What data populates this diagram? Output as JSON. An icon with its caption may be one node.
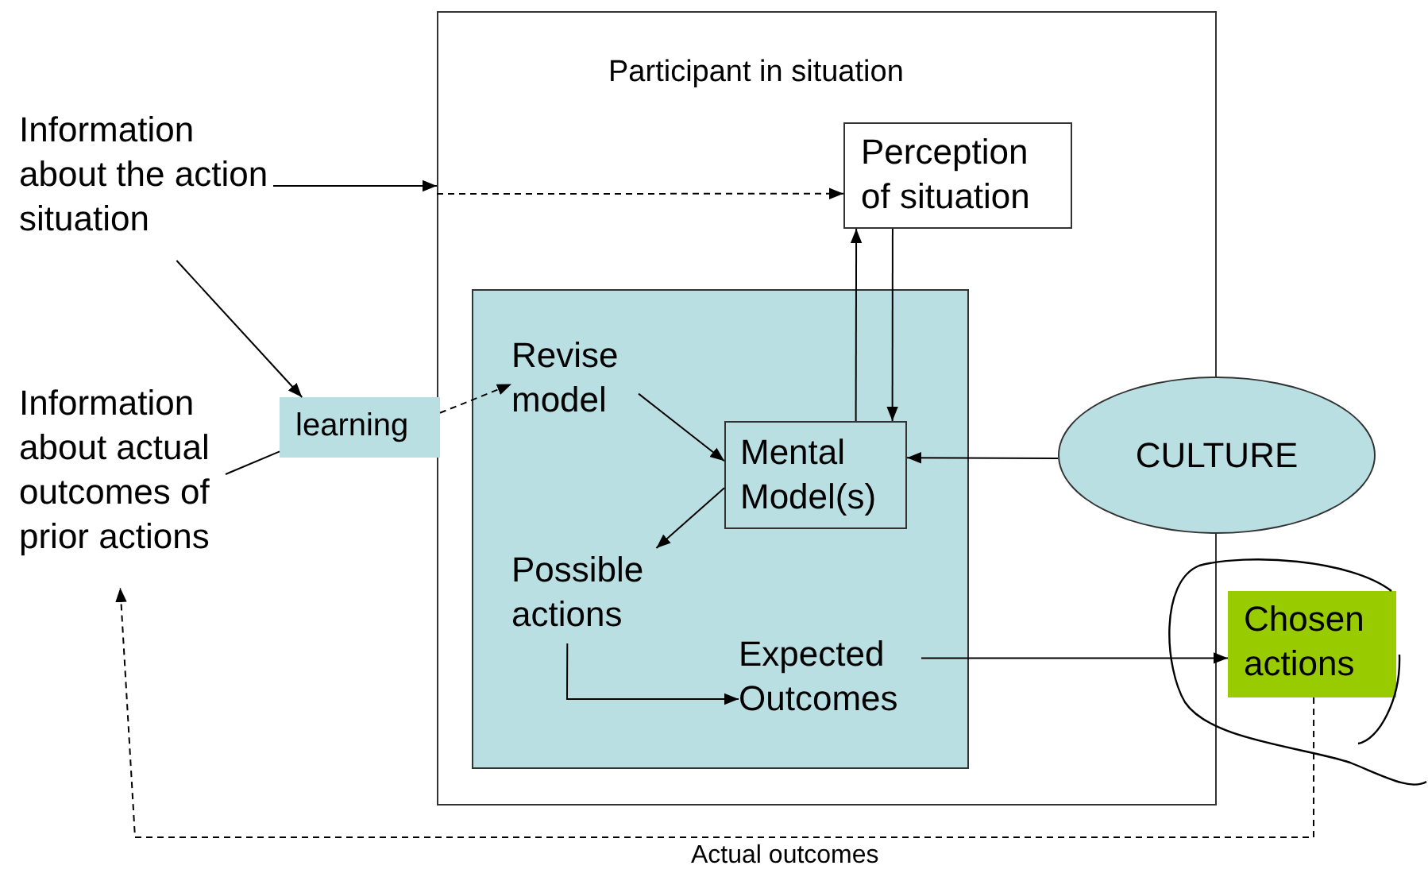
{
  "diagram": {
    "nodes": [
      {
        "text": [
          "Participant in situation"
        ]
      },
      {
        "text": [
          "Information about the action situation"
        ]
      },
      {
        "text": [
          "Information about actual outcomes of prior actions"
        ]
      },
      {
        "text": [
          "learning"
        ]
      },
      {
        "text": [
          "Perception of situation"
        ],
        "in": 0
      },
      {
        "text": [],
        "shape": "box",
        "in": 0
      },
      {
        "text": [
          "Revise model"
        ],
        "in": 5
      },
      {
        "text": [
          "Mental Model(s)"
        ],
        "in": 5
      },
      {
        "text": [
          "Possible actions"
        ],
        "in": 5
      },
      {
        "text": [
          "Expected Outcomes"
        ],
        "in": 5
      },
      {
        "text": [
          "CULTURE"
        ]
      },
      {
        "text": [
          "Chosen actions"
        ]
      }
    ],
    "edges": [
      {
        "from": 1,
        "to": 0,
        "arrow": "to"
      },
      {
        "from": 0,
        "to": 4,
        "arrow": "to",
        "style": "dashed"
      },
      {
        "from": 1,
        "to": 3,
        "arrow": "to"
      },
      {
        "from": 2,
        "to": 3,
        "arrow": "none"
      },
      {
        "from": 3,
        "to": 6,
        "arrow": "to",
        "style": "dashed"
      },
      {
        "from": 6,
        "to": 7,
        "arrow": "to"
      },
      {
        "from": 7,
        "to": 4,
        "arrow": "to"
      },
      {
        "from": 4,
        "to": 7,
        "arrow": "to"
      },
      {
        "from": 10,
        "to": 7,
        "arrow": "to"
      },
      {
        "from": 7,
        "to": 8,
        "arrow": "to"
      },
      {
        "from": 8,
        "to": 9,
        "arrow": "to"
      },
      {
        "from": 9,
        "to": 11,
        "arrow": "to"
      },
      {
        "from": 11,
        "to": 2,
        "arrow": "to",
        "style": "dashed",
        "label": "Actual outcomes"
      }
    ]
  }
}
